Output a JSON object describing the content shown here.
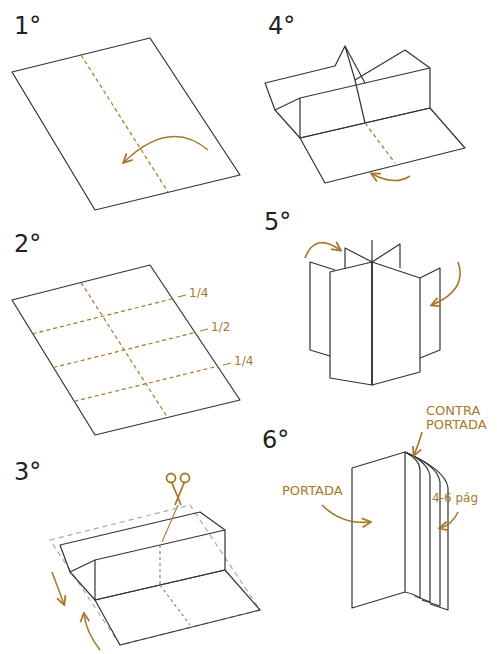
{
  "diagram": {
    "labels": [
      "1°",
      "2°",
      "1/4",
      "1/2",
      "1/4",
      "3°",
      "4°",
      "5°",
      "6°",
      "CONTRA PORTADA",
      "PORTADA",
      "4-6 pág"
    ]
  }
}
